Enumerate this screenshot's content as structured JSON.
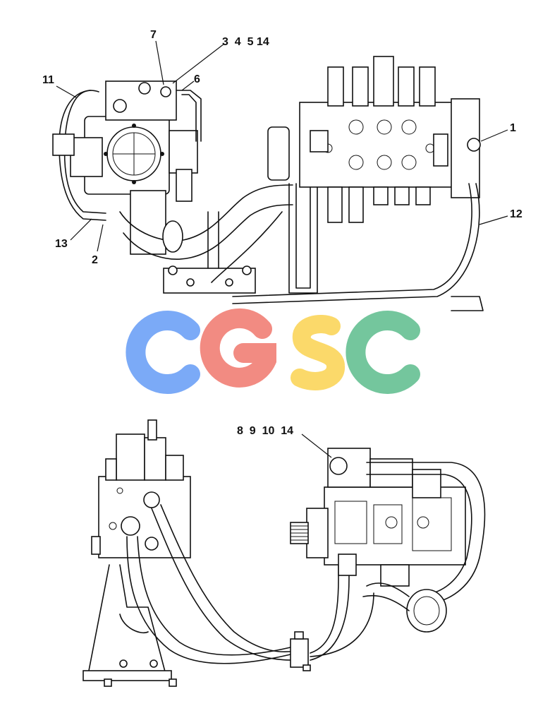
{
  "callouts": {
    "c1": "1",
    "c2": "2",
    "c3_4_5_14": "3  4  5 14",
    "c6": "6",
    "c7": "7",
    "c11": "11",
    "c12": "12",
    "c13": "13",
    "c8_9_10_14": "8  9  10  14"
  },
  "watermark": {
    "letters": [
      "C",
      "G",
      "S",
      "C"
    ],
    "colors": [
      "#7baaf7",
      "#f28b82",
      "#fbd96a",
      "#74c69d"
    ]
  }
}
